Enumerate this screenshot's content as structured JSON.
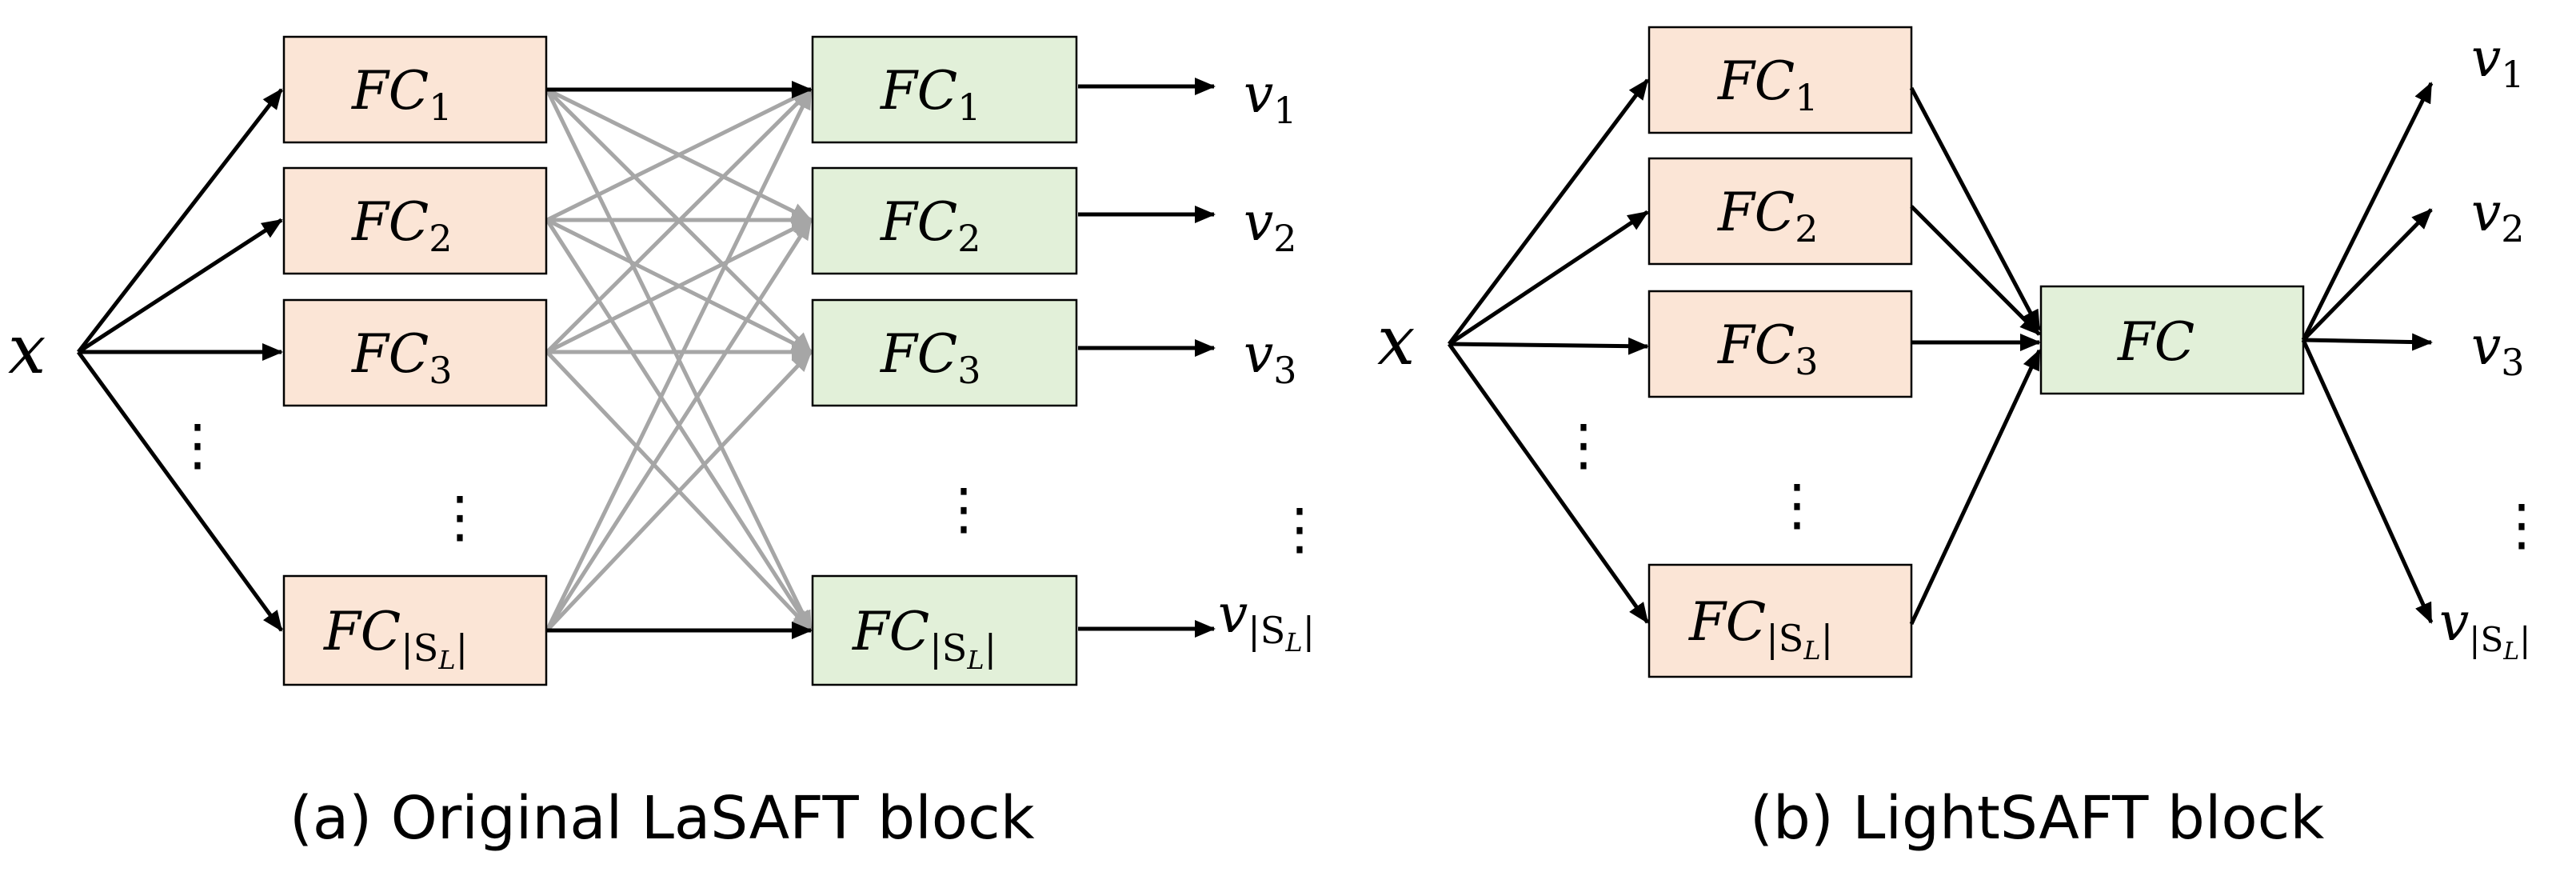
{
  "panel_a": {
    "input": "x",
    "left_boxes": [
      {
        "main": "FC",
        "sub": "1"
      },
      {
        "main": "FC",
        "sub": "2"
      },
      {
        "main": "FC",
        "sub": "3"
      },
      {
        "main": "FC",
        "sub": "|S",
        "subsub": "L",
        "subtail": "|"
      }
    ],
    "right_boxes": [
      {
        "main": "FC",
        "sub": "1"
      },
      {
        "main": "FC",
        "sub": "2"
      },
      {
        "main": "FC",
        "sub": "3"
      },
      {
        "main": "FC",
        "sub": "|S",
        "subsub": "L",
        "subtail": "|"
      }
    ],
    "outputs": [
      {
        "main": "v",
        "sub": "1"
      },
      {
        "main": "v",
        "sub": "2"
      },
      {
        "main": "v",
        "sub": "3"
      },
      {
        "main": "v",
        "sub": "|S",
        "subsub": "L",
        "subtail": "|"
      }
    ],
    "ellipsis": "⋮",
    "caption": "(a) Original LaSAFT block"
  },
  "panel_b": {
    "input": "x",
    "left_boxes": [
      {
        "main": "FC",
        "sub": "1"
      },
      {
        "main": "FC",
        "sub": "2"
      },
      {
        "main": "FC",
        "sub": "3"
      },
      {
        "main": "FC",
        "sub": "|S",
        "subsub": "L",
        "subtail": "|"
      }
    ],
    "center_box": {
      "main": "FC"
    },
    "outputs": [
      {
        "main": "v",
        "sub": "1"
      },
      {
        "main": "v",
        "sub": "2"
      },
      {
        "main": "v",
        "sub": "3"
      },
      {
        "main": "v",
        "sub": "|S",
        "subsub": "L",
        "subtail": "|"
      }
    ],
    "ellipsis": "⋮",
    "caption": "(b) LightSAFT block"
  },
  "colors": {
    "encoder_box": "#fbe5d6",
    "decoder_box": "#e2f0d9",
    "gray_edges": "#a6a6a6"
  }
}
